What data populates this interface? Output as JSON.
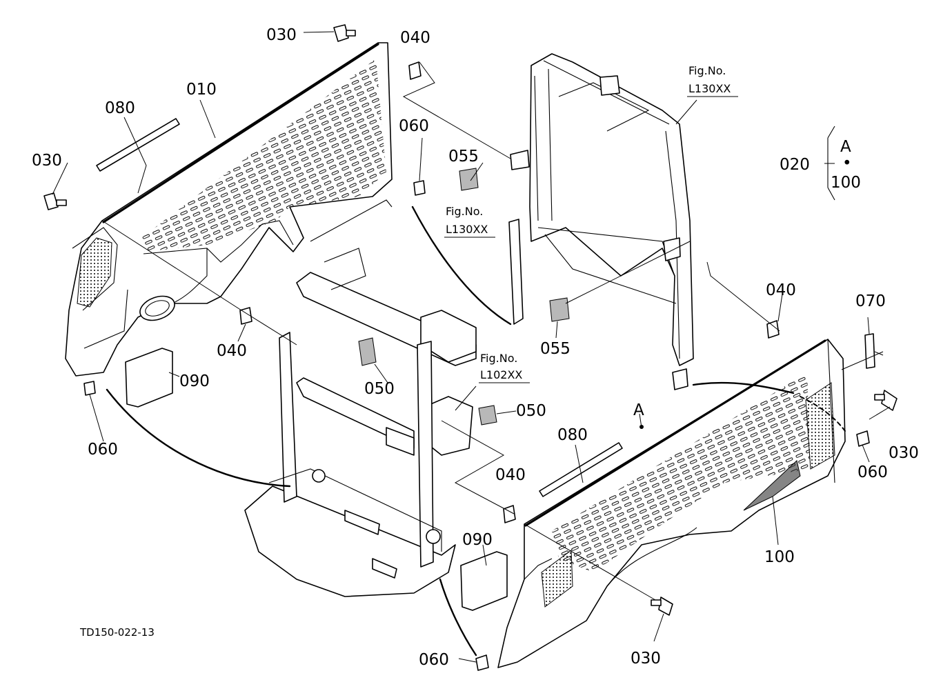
{
  "drawing_code": "TD150-022-13",
  "labels": {
    "l010": "010",
    "l020": "020",
    "l030a": "030",
    "l030b": "030",
    "l030c": "030",
    "l030d": "030",
    "l040a": "040",
    "l040b": "040",
    "l040c": "040",
    "l040d": "040",
    "l050a": "050",
    "l050b": "050",
    "l055a": "055",
    "l055b": "055",
    "l060a": "060",
    "l060b": "060",
    "l060c": "060",
    "l060d": "060",
    "l070": "070",
    "l080a": "080",
    "l080b": "080",
    "l090a": "090",
    "l090b": "090",
    "l100": "100",
    "ref_a": "A"
  },
  "bracket_020": {
    "top": "A",
    "mid": "•",
    "bottom": "100"
  },
  "fig_refs": {
    "f1": {
      "title": "Fig.No.",
      "number": "L130XX"
    },
    "f2": {
      "title": "Fig.No.",
      "number": "L130XX"
    },
    "f3": {
      "title": "Fig.No.",
      "number": "L102XX"
    }
  }
}
